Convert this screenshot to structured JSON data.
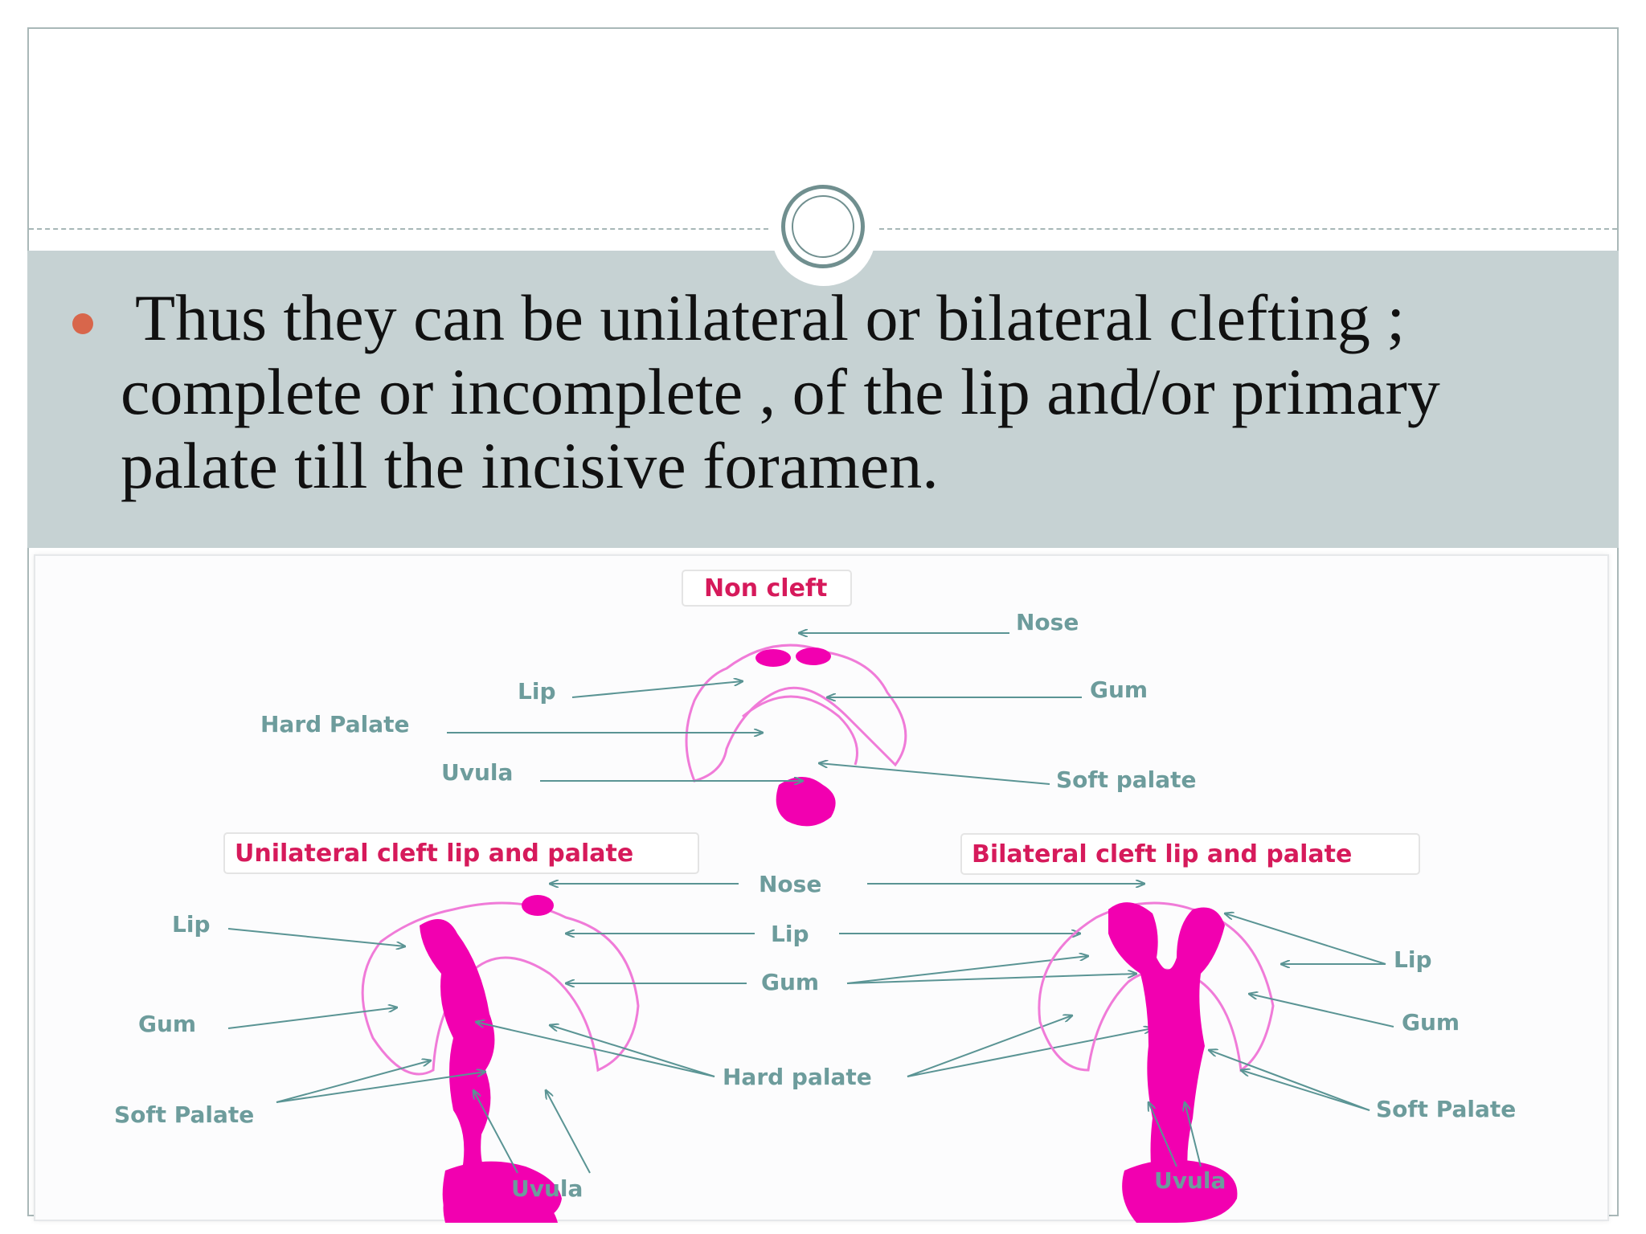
{
  "slide": {
    "bullet_line1": "Thus they can be unilateral or bilateral clefting ;",
    "bullet_line2": "complete or incomplete , of the lip and/or primary",
    "bullet_line3": "palate till the incisive foramen."
  },
  "figure": {
    "non_cleft": {
      "title": "Non cleft",
      "nose": "Nose",
      "gum": "Gum",
      "lip": "Lip",
      "hard_palate": "Hard Palate",
      "uvula": "Uvula",
      "soft_palate": "Soft palate"
    },
    "unilateral": {
      "title": "Unilateral cleft lip and palate",
      "lip": "Lip",
      "gum": "Gum",
      "soft_palate": "Soft Palate",
      "uvula": "Uvula"
    },
    "shared": {
      "nose": "Nose",
      "lip": "Lip",
      "gum": "Gum",
      "hard_palate": "Hard palate"
    },
    "bilateral": {
      "title": "Bilateral cleft lip and palate",
      "lip": "Lip",
      "gum": "Gum",
      "soft_palate": "Soft Palate",
      "uvula": "Uvula"
    }
  },
  "colors": {
    "band": "#c6d2d3",
    "bullet": "#d8664b",
    "cleft_pink": "#f200b0",
    "label_teal": "#6d9c9c",
    "title_red": "#d61a5b"
  }
}
